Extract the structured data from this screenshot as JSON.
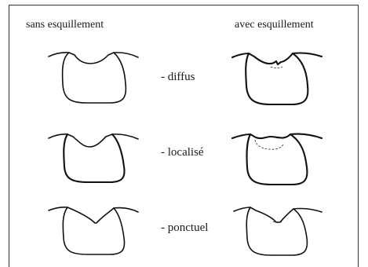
{
  "columns": {
    "left": "sans esquillement",
    "right": "avec esquillement"
  },
  "rows": [
    {
      "label": "- diffus"
    },
    {
      "label": "- localisé"
    },
    {
      "label": "- ponctuel"
    }
  ]
}
